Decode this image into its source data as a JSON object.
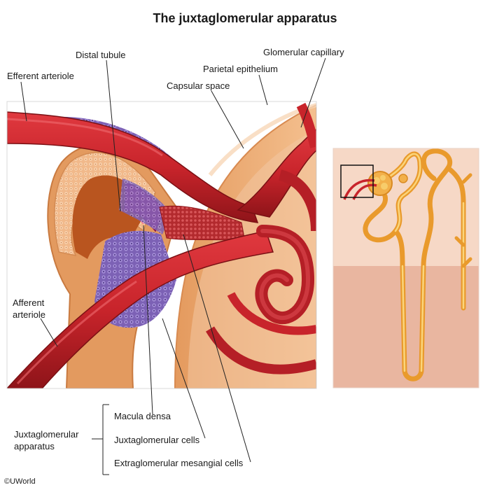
{
  "title": "The juxtaglomerular apparatus",
  "labels": {
    "distal_tubule": "Distal tubule",
    "efferent_arteriole": "Efferent arteriole",
    "glomerular_capillary": "Glomerular capillary",
    "parietal_epithelium": "Parietal epithelium",
    "capsular_space": "Capsular space",
    "afferent_arteriole_line1": "Afferent",
    "afferent_arteriole_line2": "arteriole",
    "macula_densa": "Macula densa",
    "juxtaglomerular_cells": "Juxtaglomerular cells",
    "extraglomerular_mesangial_cells": "Extraglomerular mesangial cells",
    "jga_line1": "Juxtaglomerular",
    "jga_line2": "apparatus"
  },
  "copyright": "©UWorld",
  "colors": {
    "vessel": "#c8242b",
    "vessel_dark": "#8e1419",
    "tubule": "#e09a62",
    "tubule_light": "#f3c59a",
    "purple_cells": "#8a6fc0",
    "capsule": "#f0b27c",
    "nephron": "#f4b63f",
    "inset_top": "#f6d9c8",
    "inset_bottom": "#eab8a0"
  }
}
